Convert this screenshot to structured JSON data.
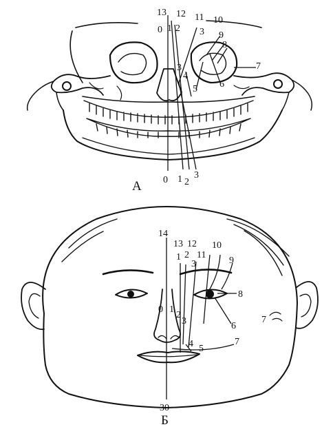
{
  "figure": {
    "panel_a": {
      "caption": "А",
      "labels": {
        "l13": "13",
        "l12": "12",
        "l11": "11",
        "l10": "10",
        "l9": "9",
        "l8": "8",
        "l0_top": "0",
        "l1_top": "1",
        "l2_top": "2",
        "l3_top": "3",
        "l3_mid": "3",
        "l4": "4",
        "l5": "5",
        "l6": "6",
        "l7": "7",
        "l0_bot": "0",
        "l1_bot": "1",
        "l2_bot": "2",
        "l3_bot": "3"
      }
    },
    "panel_b": {
      "caption": "Б",
      "labels": {
        "l14": "14",
        "l13": "13",
        "l12": "12",
        "l10": "10",
        "l1_top": "1",
        "l2_top": "2",
        "l11": "11",
        "l3_top": "3",
        "l9": "9",
        "l8": "8",
        "l0": "0",
        "l1_mid": "1",
        "l2_mid": "2",
        "l3_mid": "3",
        "l6": "6",
        "l7_ear": "7",
        "l4": "4",
        "l5": "5",
        "l7_mouth": "7",
        "l30": "30"
      }
    }
  }
}
